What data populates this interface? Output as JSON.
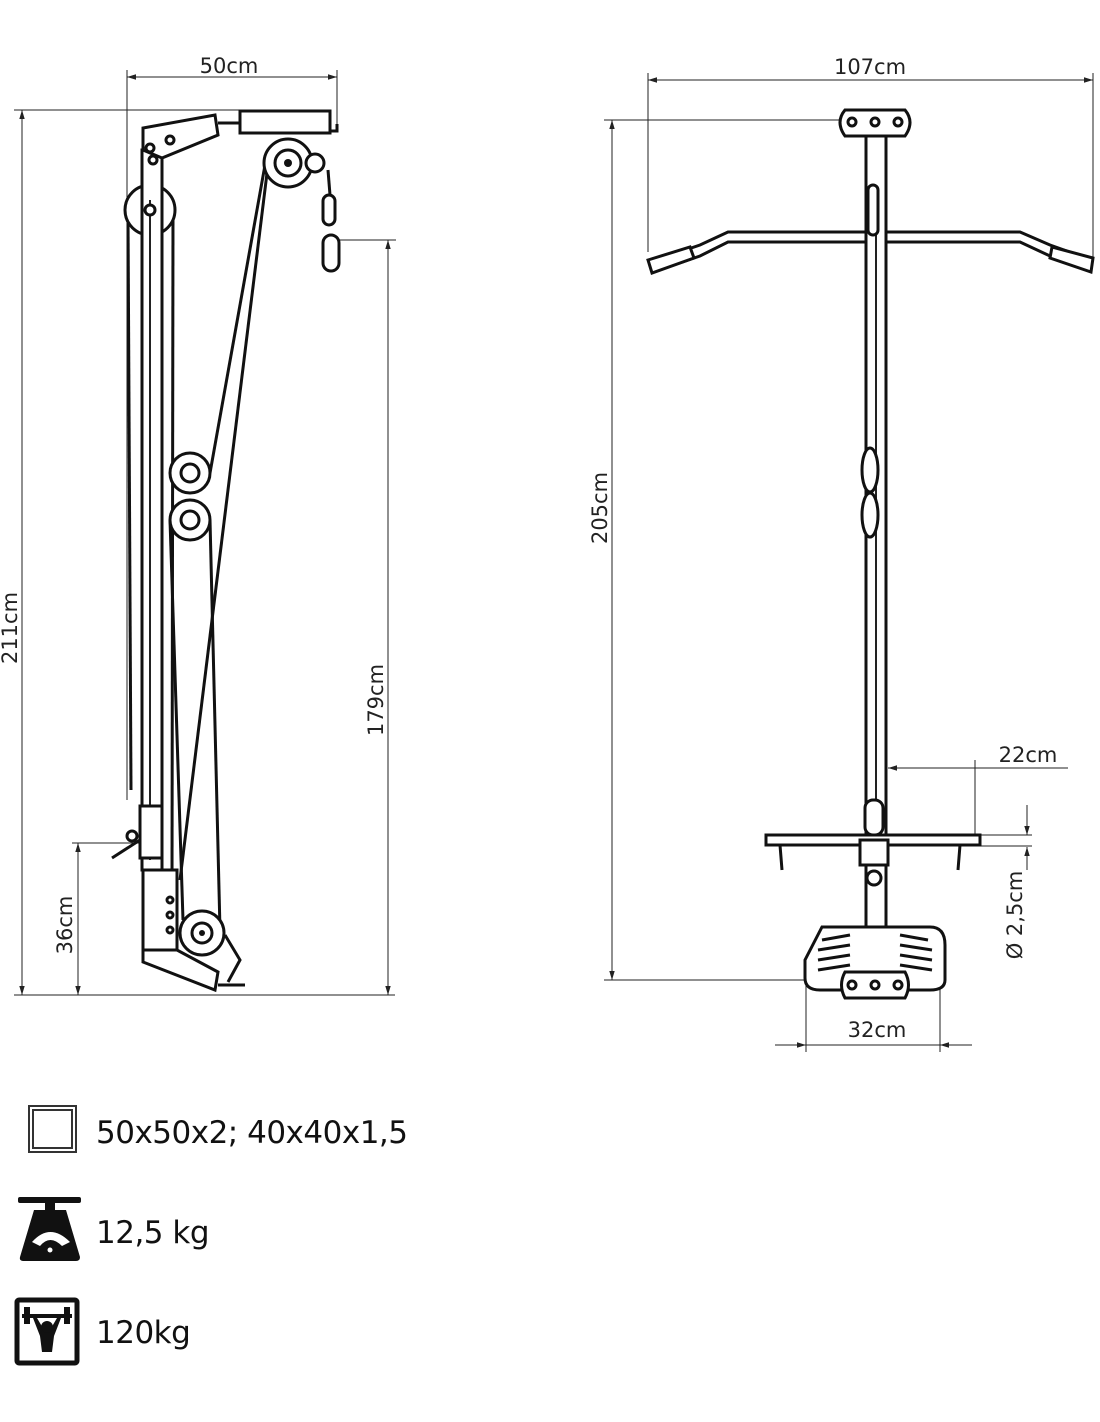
{
  "side_view": {
    "width_label": "50cm",
    "height_label": "211cm",
    "handle_height_label": "179cm",
    "low_pulley_height_label": "36cm"
  },
  "front_view": {
    "width_label": "107cm",
    "height_label": "205cm",
    "bar_offset_label": "22cm",
    "tube_diameter_label": "Ø 2,5cm",
    "base_width_label": "32cm"
  },
  "legend": [
    {
      "icon": "square-tube-icon",
      "text": "50x50x2; 40x40x1,5"
    },
    {
      "icon": "scale-weight-icon",
      "text": "12,5 kg"
    },
    {
      "icon": "weightlifter-max-load-icon",
      "text": "120kg"
    }
  ]
}
